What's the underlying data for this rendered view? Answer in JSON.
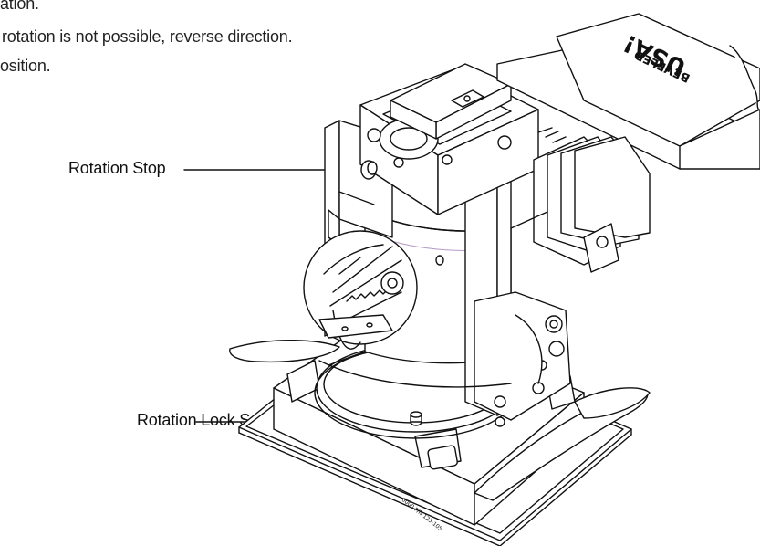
{
  "instructions": [
    "ation.",
    "rotation is not possible, reverse direction.",
    "osition."
  ],
  "callouts": {
    "rotation_stop": "Rotation Stop",
    "rotation_lock_screw": "Rotation Lock Screw"
  },
  "box_label": {
    "line1": "USA!",
    "line2": "BEVELED"
  },
  "part_engraving": "0000 P/N 123-105"
}
